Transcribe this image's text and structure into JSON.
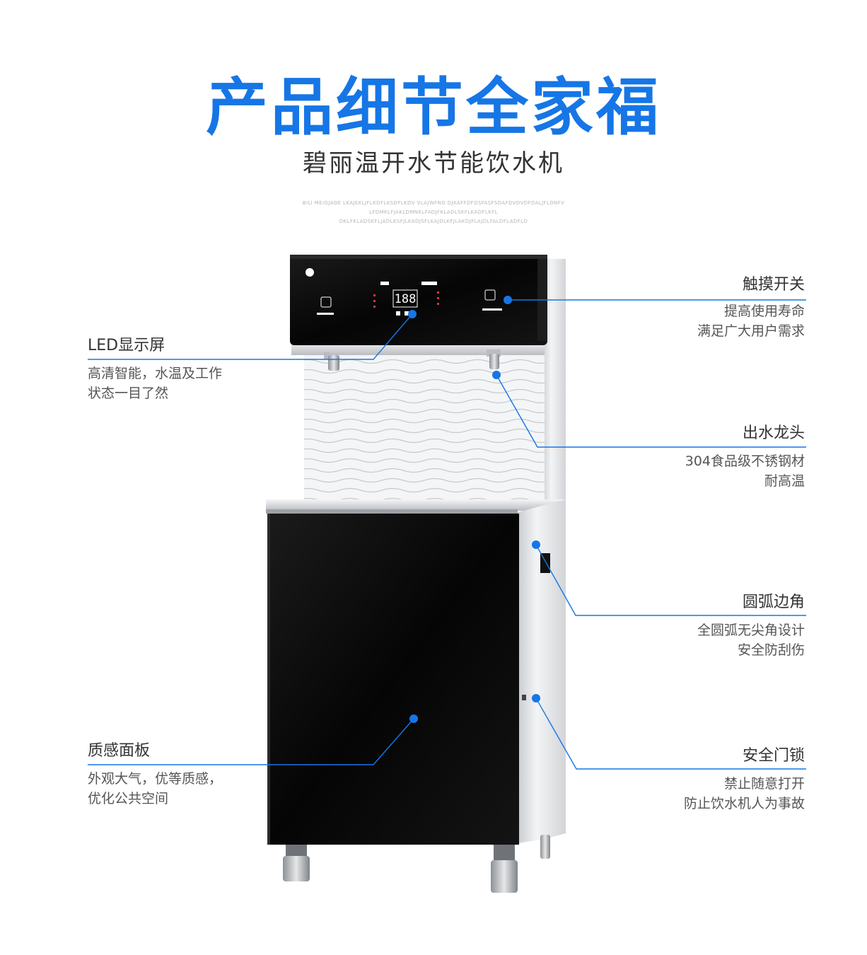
{
  "header": {
    "title": "产品细节全家福",
    "subtitle": "碧丽温开水节能饮水机",
    "english_lines": [
      "BILI MEIGJAOE LKAJEKLJFLKDFLKSDFLKDV VLAJWFNO DJKAFFDFDSFASFSDAFDVDVDFDALJFLDNFV",
      "LFDMKLFJAKLDMNKLFADJFKLADLSKFLKADFLKFL",
      "DKLFKLADSKFLJADLKSFJLKADJSFLKAJDLKFJLAKDJFLAJDLFALDFLADFLD"
    ]
  },
  "callouts": {
    "touch_switch": {
      "title": "触摸开关",
      "lines": [
        "提高使用寿命",
        "满足广大用户需求"
      ]
    },
    "led_display": {
      "title": "LED显示屏",
      "lines": [
        "高清智能，水温及工作",
        "状态一目了然"
      ]
    },
    "faucet": {
      "title": "出水龙头",
      "lines": [
        "304食品级不锈钢材",
        "耐高温"
      ]
    },
    "rounded_corner": {
      "title": "圆弧边角",
      "lines": [
        "全圆弧无尖角设计",
        "安全防刮伤"
      ]
    },
    "panel": {
      "title": "质感面板",
      "lines": [
        "外观大气，优等质感，",
        "优化公共空间"
      ]
    },
    "door_lock": {
      "title": "安全门锁",
      "lines": [
        "禁止随意打开",
        "防止饮水机人为事故"
      ]
    }
  },
  "machine": {
    "brand": "碧丽",
    "display_digits": "188",
    "colors": {
      "accent": "#1676e6",
      "panel_black": "#0b0b0b",
      "steel": "#d9dbde"
    }
  }
}
